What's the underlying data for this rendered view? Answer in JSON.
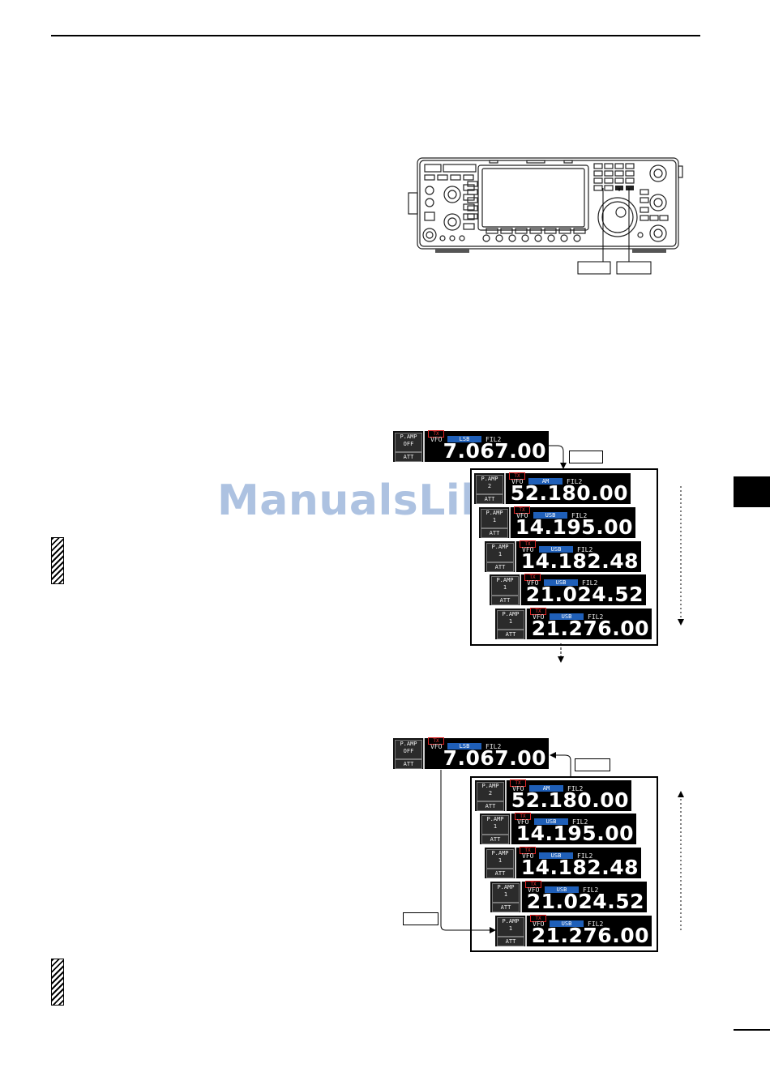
{
  "watermark": "ManualsLib.com",
  "diagram_top": {
    "bands": [
      {
        "pamp_line1": "P.AMP",
        "pamp_line2": "OFF",
        "att": "ATT",
        "vfo": "VFO",
        "mode": "LSB",
        "filter": "FIL2",
        "frequency": "7.067.00"
      },
      {
        "pamp_line1": "P.AMP",
        "pamp_line2": "2",
        "att": "ATT",
        "vfo": "VFO",
        "mode": "AM",
        "filter": "FIL2",
        "frequency": "52.180.00"
      },
      {
        "pamp_line1": "P.AMP",
        "pamp_line2": "1",
        "att": "ATT",
        "vfo": "VFO",
        "mode": "USB",
        "filter": "FIL2",
        "frequency": "14.195.00"
      },
      {
        "pamp_line1": "P.AMP",
        "pamp_line2": "1",
        "att": "ATT",
        "vfo": "VFO",
        "mode": "USB",
        "filter": "FIL2",
        "frequency": "14.182.48"
      },
      {
        "pamp_line1": "P.AMP",
        "pamp_line2": "1",
        "att": "ATT",
        "vfo": "VFO",
        "mode": "USB",
        "filter": "FIL2",
        "frequency": "21.024.52"
      },
      {
        "pamp_line1": "P.AMP",
        "pamp_line2": "1",
        "att": "ATT",
        "vfo": "VFO",
        "mode": "USB",
        "filter": "FIL2",
        "frequency": "21.276.00"
      }
    ]
  },
  "diagram_bottom": {
    "bands": [
      {
        "pamp_line1": "P.AMP",
        "pamp_line2": "OFF",
        "att": "ATT",
        "vfo": "VFO",
        "mode": "LSB",
        "filter": "FIL2",
        "frequency": "7.067.00"
      },
      {
        "pamp_line1": "P.AMP",
        "pamp_line2": "2",
        "att": "ATT",
        "vfo": "VFO",
        "mode": "AM",
        "filter": "FIL2",
        "frequency": "52.180.00"
      },
      {
        "pamp_line1": "P.AMP",
        "pamp_line2": "1",
        "att": "ATT",
        "vfo": "VFO",
        "mode": "USB",
        "filter": "FIL2",
        "frequency": "14.195.00"
      },
      {
        "pamp_line1": "P.AMP",
        "pamp_line2": "1",
        "att": "ATT",
        "vfo": "VFO",
        "mode": "USB",
        "filter": "FIL2",
        "frequency": "14.182.48"
      },
      {
        "pamp_line1": "P.AMP",
        "pamp_line2": "1",
        "att": "ATT",
        "vfo": "VFO",
        "mode": "USB",
        "filter": "FIL2",
        "frequency": "21.024.52"
      },
      {
        "pamp_line1": "P.AMP",
        "pamp_line2": "1",
        "att": "ATT",
        "vfo": "VFO",
        "mode": "USB",
        "filter": "FIL2",
        "frequency": "21.276.00"
      }
    ]
  },
  "tx_tag": "TX"
}
